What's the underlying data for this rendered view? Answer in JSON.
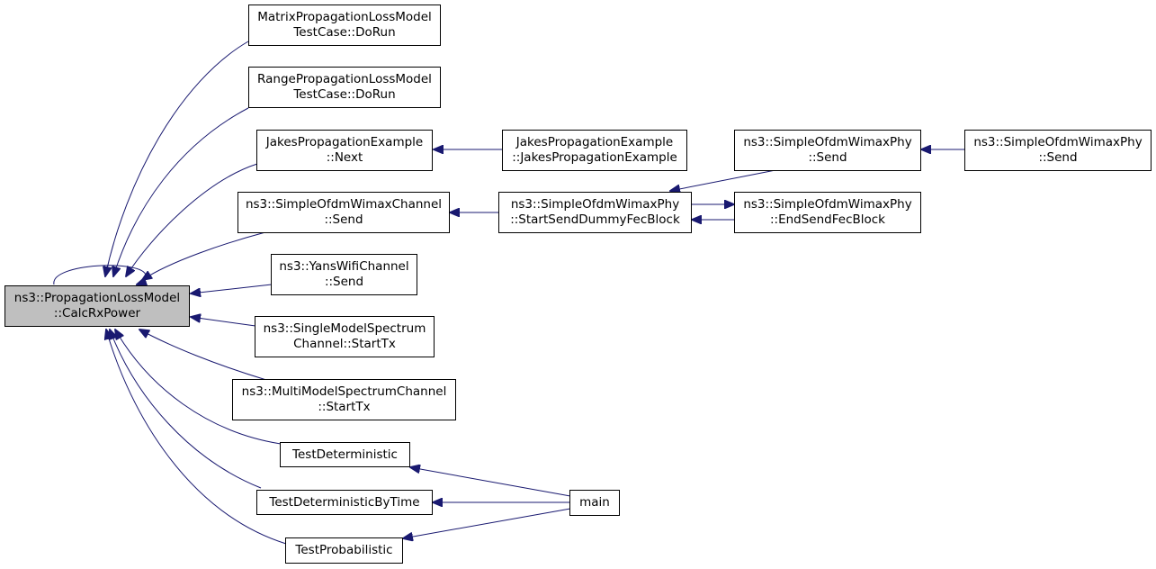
{
  "colors": {
    "edge": "#191970",
    "focus_fill": "#bfbfbf",
    "node_fill": "#ffffff",
    "border": "#000000"
  },
  "nodes": {
    "calc_rx_power": {
      "lines": [
        "ns3::PropagationLossModel",
        "::CalcRxPower"
      ]
    },
    "matrix_dorun": {
      "lines": [
        "MatrixPropagationLossModel",
        "TestCase::DoRun"
      ]
    },
    "range_dorun": {
      "lines": [
        "RangePropagationLossModel",
        "TestCase::DoRun"
      ]
    },
    "jakes_next": {
      "lines": [
        "JakesPropagationExample",
        "::Next"
      ]
    },
    "jakes_ctor": {
      "lines": [
        "JakesPropagationExample",
        "::JakesPropagationExample"
      ]
    },
    "wimax_channel_send": {
      "lines": [
        "ns3::SimpleOfdmWimaxChannel",
        "::Send"
      ]
    },
    "start_send_dummy": {
      "lines": [
        "ns3::SimpleOfdmWimaxPhy",
        "::StartSendDummyFecBlock"
      ]
    },
    "wimax_phy_send_a": {
      "lines": [
        "ns3::SimpleOfdmWimaxPhy",
        "::Send"
      ]
    },
    "wimax_phy_send_b": {
      "lines": [
        "ns3::SimpleOfdmWimaxPhy",
        "::Send"
      ]
    },
    "end_send_fec": {
      "lines": [
        "ns3::SimpleOfdmWimaxPhy",
        "::EndSendFecBlock"
      ]
    },
    "yans_send": {
      "lines": [
        "ns3::YansWifiChannel",
        "::Send"
      ]
    },
    "single_model_starttx": {
      "lines": [
        "ns3::SingleModelSpectrum",
        "Channel::StartTx"
      ]
    },
    "multi_model_starttx": {
      "lines": [
        "ns3::MultiModelSpectrumChannel",
        "::StartTx"
      ]
    },
    "test_deterministic": {
      "lines": [
        "TestDeterministic"
      ]
    },
    "test_deterministic_by_time": {
      "lines": [
        "TestDeterministicByTime"
      ]
    },
    "test_probabilistic": {
      "lines": [
        "TestProbabilistic"
      ]
    },
    "main": {
      "lines": [
        "main"
      ]
    }
  }
}
